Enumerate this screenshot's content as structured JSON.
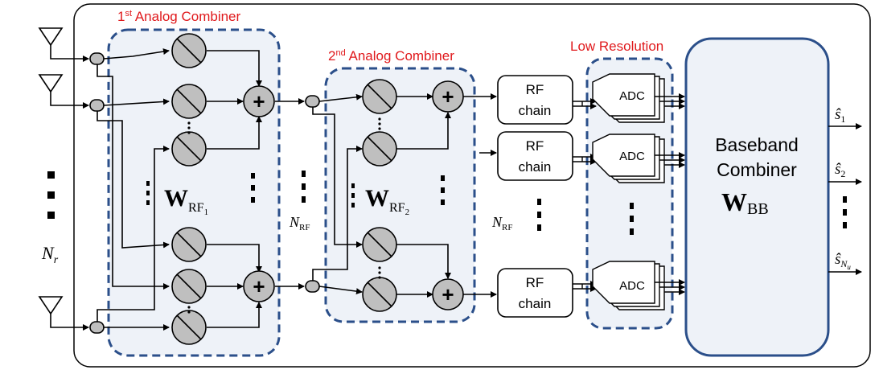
{
  "colors": {
    "dashed_border": "#2b4f8a",
    "group_fill": "#eef2f8",
    "title_red": "#e0191c",
    "shifter_fill": "#bfbfbf",
    "stroke": "#000000"
  },
  "labels": {
    "analog1_sup": "st",
    "analog1_rest": " Analog Combiner",
    "analog1_num": "1",
    "analog2_num": "2",
    "analog2_sup": "nd",
    "analog2_rest": " Analog Combiner",
    "low_resolution": "Low Resolution",
    "rf_line1": "RF",
    "rf_line2": "chain",
    "adc": "ADC",
    "baseband_line1": "Baseband",
    "baseband_line2": "Combiner",
    "w_letter": "W",
    "w_rf1_sub": "RF",
    "w_rf1_subsub": "1",
    "w_rf2_sub": "RF",
    "w_rf2_subsub": "2",
    "w_bb_sub": "BB",
    "n_r": "N",
    "n_r_sub": "r",
    "n_rf": "N",
    "n_rf_sub": "RF",
    "s_hat": "ŝ",
    "s1_sub": "1",
    "s2_sub": "2",
    "sn_sub": "N",
    "sn_subsub": "u",
    "plus": "+"
  }
}
